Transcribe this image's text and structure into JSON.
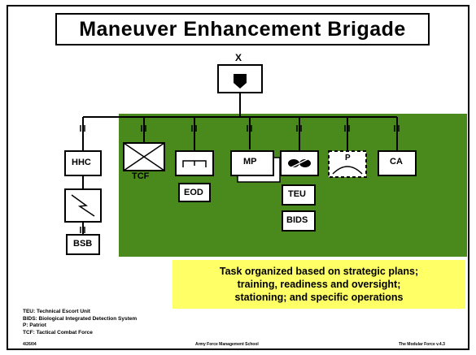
{
  "title": "Maneuver Enhancement Brigade",
  "hq": {
    "echelon": "X"
  },
  "units": {
    "hhc": "HHC",
    "bsb": "BSB",
    "tcf": "TCF",
    "mp": "MP",
    "eod": "EOD",
    "teu": "TEU",
    "bids": "BIDS",
    "patriot": "P",
    "ca": "CA"
  },
  "note": {
    "lines": [
      "Task organized based on strategic plans;",
      "training, readiness and oversight;",
      "stationing; and specific operations"
    ]
  },
  "legend": [
    "TEU: Technical Escort Unit",
    "BIDS: Biological Integrated Detection System",
    "P: Patriot",
    "TCF: Tactical Combat Force"
  ],
  "footer": {
    "left": "4/26/04",
    "center": "Army Force Management School",
    "right": "The Modular Force v.4.3"
  },
  "colors": {
    "green": "#4a8a1c",
    "yellow": "#ffff66"
  }
}
